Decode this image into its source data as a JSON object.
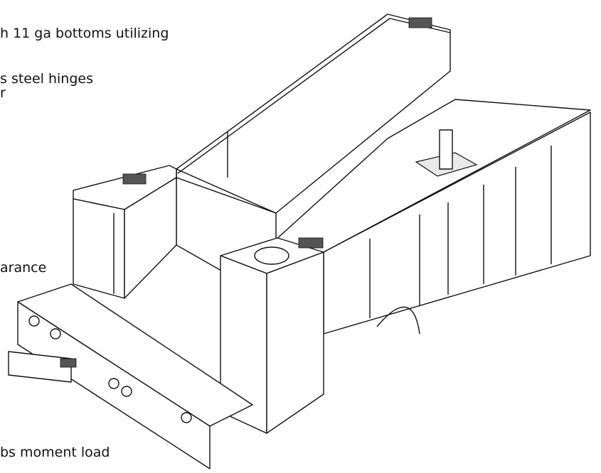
{
  "title_fragment": "",
  "callouts": [
    {
      "id": "bottoms",
      "text": "h 11 ga bottoms utilizing"
    },
    {
      "id": "hinges",
      "text": "s steel hinges"
    },
    {
      "id": "hinges2",
      "text": "r"
    },
    {
      "id": "clearance",
      "text": "arance"
    },
    {
      "id": "moment",
      "text": "bs moment load"
    }
  ]
}
